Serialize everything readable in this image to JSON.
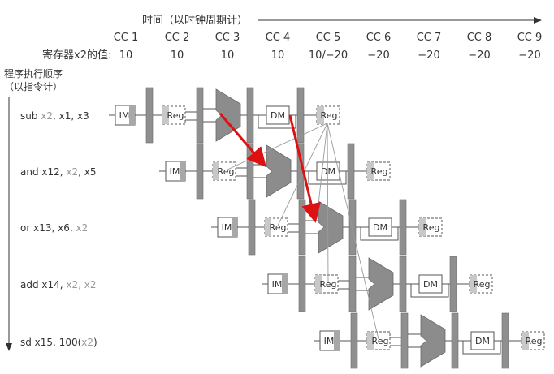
{
  "header": {
    "time_label": "时间（以时钟周期计）",
    "reg_value_label": "寄存器x2的值:",
    "exec_order_label_line1": "程序执行顺序",
    "exec_order_label_line2": "（以指令计）"
  },
  "cycles": [
    "CC 1",
    "CC 2",
    "CC 3",
    "CC 4",
    "CC 5",
    "CC 6",
    "CC 7",
    "CC 8",
    "CC 9"
  ],
  "x2_values": [
    "10",
    "10",
    "10",
    "10",
    "10/−20",
    "−20",
    "−20",
    "−20",
    "−20"
  ],
  "instructions": [
    {
      "black": "sub ",
      "gray": "x2",
      "rest": ", x1, x3"
    },
    {
      "black": "and x12, ",
      "gray": "x2",
      "rest": ", x5"
    },
    {
      "black": "or x13, x6, ",
      "gray": "x2",
      "rest": ""
    },
    {
      "black": "add x14, ",
      "gray": "x2, x2",
      "rest": ""
    },
    {
      "black": "sd x15, 100(",
      "gray": "x2",
      "rest": ")"
    }
  ],
  "stages": {
    "im": "IM",
    "reg": "Reg",
    "dm": "DM"
  },
  "colors": {
    "forward_arrow": "#dd1111",
    "text_gray": "#999999",
    "text_dark": "#333333"
  }
}
